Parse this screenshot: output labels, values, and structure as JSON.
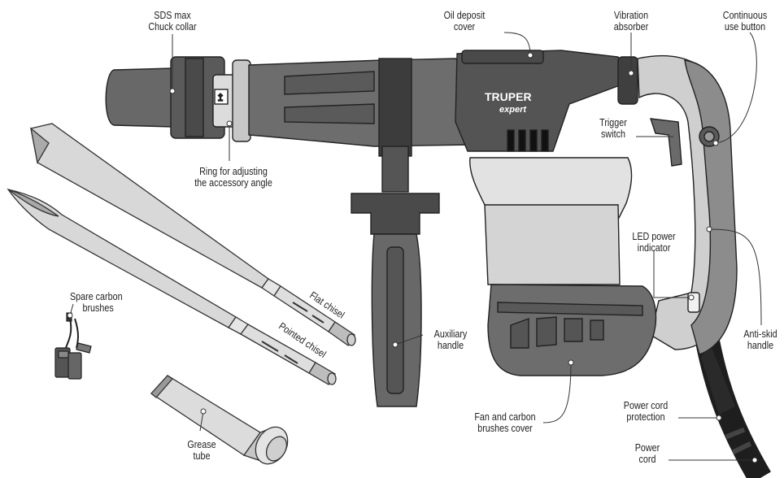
{
  "brand": {
    "name": "TRUPER",
    "sub": "expert"
  },
  "labels": {
    "sds_collar_1": "SDS max",
    "sds_collar_2": "Chuck collar",
    "oil_cover_1": "Oil deposit",
    "oil_cover_2": "cover",
    "vibration_1": "Vibration",
    "vibration_2": "absorber",
    "continuous_1": "Continuous",
    "continuous_2": "use button",
    "trigger_1": "Trigger",
    "trigger_2": "switch",
    "ring_1": "Ring for adjusting",
    "ring_2": "the accessory angle",
    "led_1": "LED power",
    "led_2": "indicator",
    "antiskid_1": "Anti-skid",
    "antiskid_2": "handle",
    "aux_1": "Auxiliary",
    "aux_2": "handle",
    "fan_1": "Fan and carbon",
    "fan_2": "brushes cover",
    "cordprot_1": "Power cord",
    "cordprot_2": "protection",
    "cord_1": "Power",
    "cord_2": "cord",
    "spare_1": "Spare carbon",
    "spare_2": "brushes",
    "grease_1": "Grease",
    "grease_2": "tube",
    "flat_chisel": "Flat chisel",
    "pointed_chisel": "Pointed chisel"
  }
}
